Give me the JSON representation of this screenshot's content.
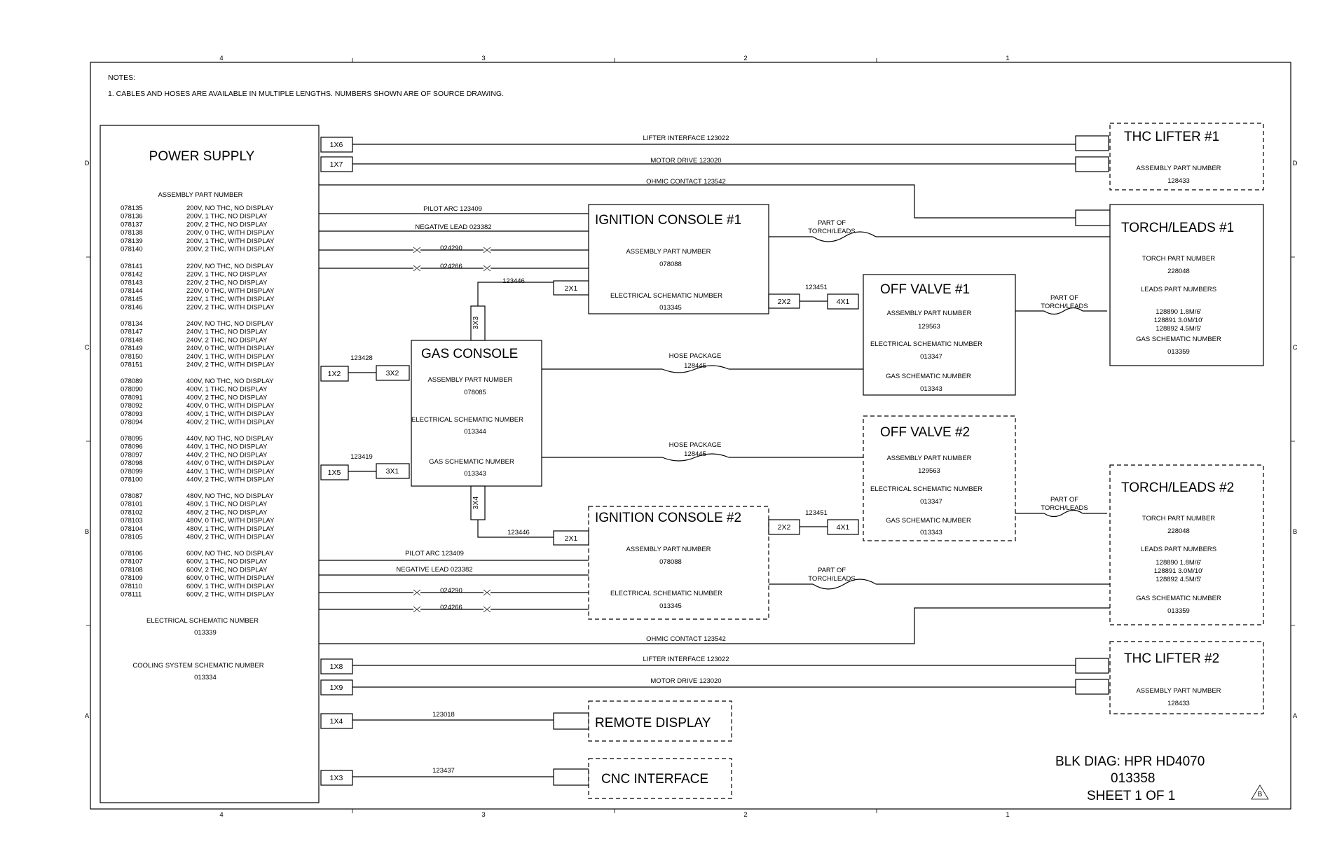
{
  "notes": {
    "title": "NOTES:",
    "note1": "1. CABLES AND HOSES ARE AVAILABLE IN MULTIPLE LENGTHS. NUMBERS SHOWN ARE OF SOURCE DRAWING."
  },
  "border": {
    "cols": [
      "4",
      "3",
      "2",
      "1"
    ],
    "rows": [
      "D",
      "C",
      "B",
      "A"
    ]
  },
  "power_supply": {
    "title": "POWER SUPPLY",
    "apn_label": "ASSEMBLY PART NUMBER",
    "groups": [
      [
        [
          "078135",
          "200V, NO THC, NO DISPLAY"
        ],
        [
          "078136",
          "200V, 1 THC, NO DISPLAY"
        ],
        [
          "078137",
          "200V, 2 THC, NO DISPLAY"
        ],
        [
          "078138",
          "200V, 0 THC, WITH DISPLAY"
        ],
        [
          "078139",
          "200V, 1 THC, WITH DISPLAY"
        ],
        [
          "078140",
          "200V, 2 THC, WITH DISPLAY"
        ]
      ],
      [
        [
          "078141",
          "220V, NO THC, NO DISPLAY"
        ],
        [
          "078142",
          "220V, 1 THC, NO DISPLAY"
        ],
        [
          "078143",
          "220V, 2 THC, NO DISPLAY"
        ],
        [
          "078144",
          "220V, 0 THC, WITH DISPLAY"
        ],
        [
          "078145",
          "220V, 1 THC, WITH DISPLAY"
        ],
        [
          "078146",
          "220V, 2 THC, WITH DISPLAY"
        ]
      ],
      [
        [
          "078134",
          "240V, NO THC, NO DISPLAY"
        ],
        [
          "078147",
          "240V, 1 THC, NO DISPLAY"
        ],
        [
          "078148",
          "240V, 2 THC, NO DISPLAY"
        ],
        [
          "078149",
          "240V, 0 THC, WITH DISPLAY"
        ],
        [
          "078150",
          "240V, 1 THC, WITH DISPLAY"
        ],
        [
          "078151",
          "240V, 2 THC, WITH DISPLAY"
        ]
      ],
      [
        [
          "078089",
          "400V, NO THC, NO DISPLAY"
        ],
        [
          "078090",
          "400V, 1 THC, NO DISPLAY"
        ],
        [
          "078091",
          "400V, 2 THC, NO DISPLAY"
        ],
        [
          "078092",
          "400V, 0 THC, WITH DISPLAY"
        ],
        [
          "078093",
          "400V, 1 THC, WITH DISPLAY"
        ],
        [
          "078094",
          "400V, 2 THC, WITH DISPLAY"
        ]
      ],
      [
        [
          "078095",
          "440V, NO THC, NO DISPLAY"
        ],
        [
          "078096",
          "440V, 1 THC, NO DISPLAY"
        ],
        [
          "078097",
          "440V, 2 THC, NO DISPLAY"
        ],
        [
          "078098",
          "440V, 0 THC, WITH DISPLAY"
        ],
        [
          "078099",
          "440V, 1 THC, WITH DISPLAY"
        ],
        [
          "078100",
          "440V, 2 THC, WITH DISPLAY"
        ]
      ],
      [
        [
          "078087",
          "480V, NO THC, NO DISPLAY"
        ],
        [
          "078101",
          "480V, 1 THC, NO DISPLAY"
        ],
        [
          "078102",
          "480V, 2 THC, NO DISPLAY"
        ],
        [
          "078103",
          "480V, 0 THC, WITH DISPLAY"
        ],
        [
          "078104",
          "480V, 1 THC, WITH DISPLAY"
        ],
        [
          "078105",
          "480V, 2 THC, WITH DISPLAY"
        ]
      ],
      [
        [
          "078106",
          "600V, NO THC, NO DISPLAY"
        ],
        [
          "078107",
          "600V, 1 THC, NO DISPLAY"
        ],
        [
          "078108",
          "600V, 2 THC, NO DISPLAY"
        ],
        [
          "078109",
          "600V, 0 THC, WITH DISPLAY"
        ],
        [
          "078110",
          "600V, 1 THC, WITH DISPLAY"
        ],
        [
          "078111",
          "600V, 2 THC, WITH DISPLAY"
        ]
      ]
    ],
    "esn_label": "ELECTRICAL SCHEMATIC NUMBER",
    "esn": "013339",
    "cssn_label": "COOLING SYSTEM SCHEMATIC NUMBER",
    "cssn": "013334",
    "ports": {
      "p1x6": "1X6",
      "p1x7": "1X7",
      "p1x2": "1X2",
      "p1x5": "1X5",
      "p1x8": "1X8",
      "p1x9": "1X9",
      "p1x4": "1X4",
      "p1x3": "1X3"
    }
  },
  "thc1": {
    "title": "THC LIFTER #1",
    "apn_label": "ASSEMBLY PART NUMBER",
    "apn": "128433"
  },
  "thc2": {
    "title": "THC LIFTER #2",
    "apn_label": "ASSEMBLY PART NUMBER",
    "apn": "128433"
  },
  "torch1": {
    "title": "TORCH/LEADS #1",
    "tpn_label": "TORCH PART NUMBER",
    "tpn": "228048",
    "lpn_label": "LEADS PART NUMBERS",
    "leads": [
      "128890 1.8M/6'",
      "128891 3.0M/10'",
      "128892 4.5M/5'"
    ],
    "gsn_label": "GAS SCHEMATIC NUMBER",
    "gsn": "013359"
  },
  "torch2": {
    "title": "TORCH/LEADS #2",
    "tpn_label": "TORCH PART NUMBER",
    "tpn": "228048",
    "lpn_label": "LEADS PART NUMBERS",
    "leads": [
      "128890 1.8M/6'",
      "128891 3.0M/10'",
      "128892 4.5M/5'"
    ],
    "gsn_label": "GAS SCHEMATIC NUMBER",
    "gsn": "013359"
  },
  "ign1": {
    "title": "IGNITION CONSOLE #1",
    "apn_label": "ASSEMBLY PART NUMBER",
    "apn": "078088",
    "esn_label": "ELECTRICAL SCHEMATIC NUMBER",
    "esn": "013345",
    "p2x1": "2X1",
    "p2x2": "2X2"
  },
  "ign2": {
    "title": "IGNITION CONSOLE #2",
    "apn_label": "ASSEMBLY PART NUMBER",
    "apn": "078088",
    "esn_label": "ELECTRICAL SCHEMATIC NUMBER",
    "esn": "013345",
    "p2x1": "2X1",
    "p2x2": "2X2"
  },
  "gas": {
    "title": "GAS CONSOLE",
    "apn_label": "ASSEMBLY PART NUMBER",
    "apn": "078085",
    "esn_label": "ELECTRICAL SCHEMATIC NUMBER",
    "esn": "013344",
    "gsn_label": "GAS SCHEMATIC NUMBER",
    "gsn": "013343",
    "p3x2": "3X2",
    "p3x1": "3X1",
    "p3x3": "3X3",
    "p3x4": "3X4"
  },
  "ov1": {
    "title": "OFF VALVE #1",
    "apn_label": "ASSEMBLY PART NUMBER",
    "apn": "129563",
    "esn_label": "ELECTRICAL SCHEMATIC NUMBER",
    "esn": "013347",
    "gsn_label": "GAS SCHEMATIC NUMBER",
    "gsn": "013343",
    "p4x1": "4X1"
  },
  "ov2": {
    "title": "OFF VALVE #2",
    "apn_label": "ASSEMBLY PART NUMBER",
    "apn": "129563",
    "esn_label": "ELECTRICAL SCHEMATIC NUMBER",
    "esn": "013347",
    "gsn_label": "GAS SCHEMATIC NUMBER",
    "gsn": "013343",
    "p4x1": "4X1"
  },
  "remote": {
    "title": "REMOTE DISPLAY"
  },
  "cnc": {
    "title": "CNC INTERFACE"
  },
  "wires": {
    "lifter1": "LIFTER INTERFACE 123022",
    "motor1": "MOTOR DRIVE 123020",
    "ohmic1": "OHMIC CONTACT 123542",
    "pilot1": "PILOT ARC 123409",
    "neg1": "NEGATIVE LEAD 023382",
    "c024290a": "024290",
    "c024266a": "024266",
    "w123446a": "123446",
    "w123451a": "123451",
    "part_of": "PART OF",
    "torch_leads": "TORCH/LEADS",
    "w123428": "123428",
    "w123419": "123419",
    "hose_pkg": "HOSE PACKAGE",
    "h128445": "128445",
    "w123446b": "123446",
    "w123451b": "123451",
    "pilot2": "PILOT ARC 123409",
    "neg2": "NEGATIVE LEAD 023382",
    "c024290b": "024290",
    "c024266b": "024266",
    "ohmic2": "OHMIC CONTACT 123542",
    "lifter2": "LIFTER INTERFACE 123022",
    "motor2": "MOTOR DRIVE 123020",
    "w123018": "123018",
    "w123437": "123437"
  },
  "title_block": {
    "line1": "BLK DIAG: HPR HD4070",
    "line2": "013358",
    "line3": "SHEET 1 OF 1",
    "rev": "B"
  }
}
